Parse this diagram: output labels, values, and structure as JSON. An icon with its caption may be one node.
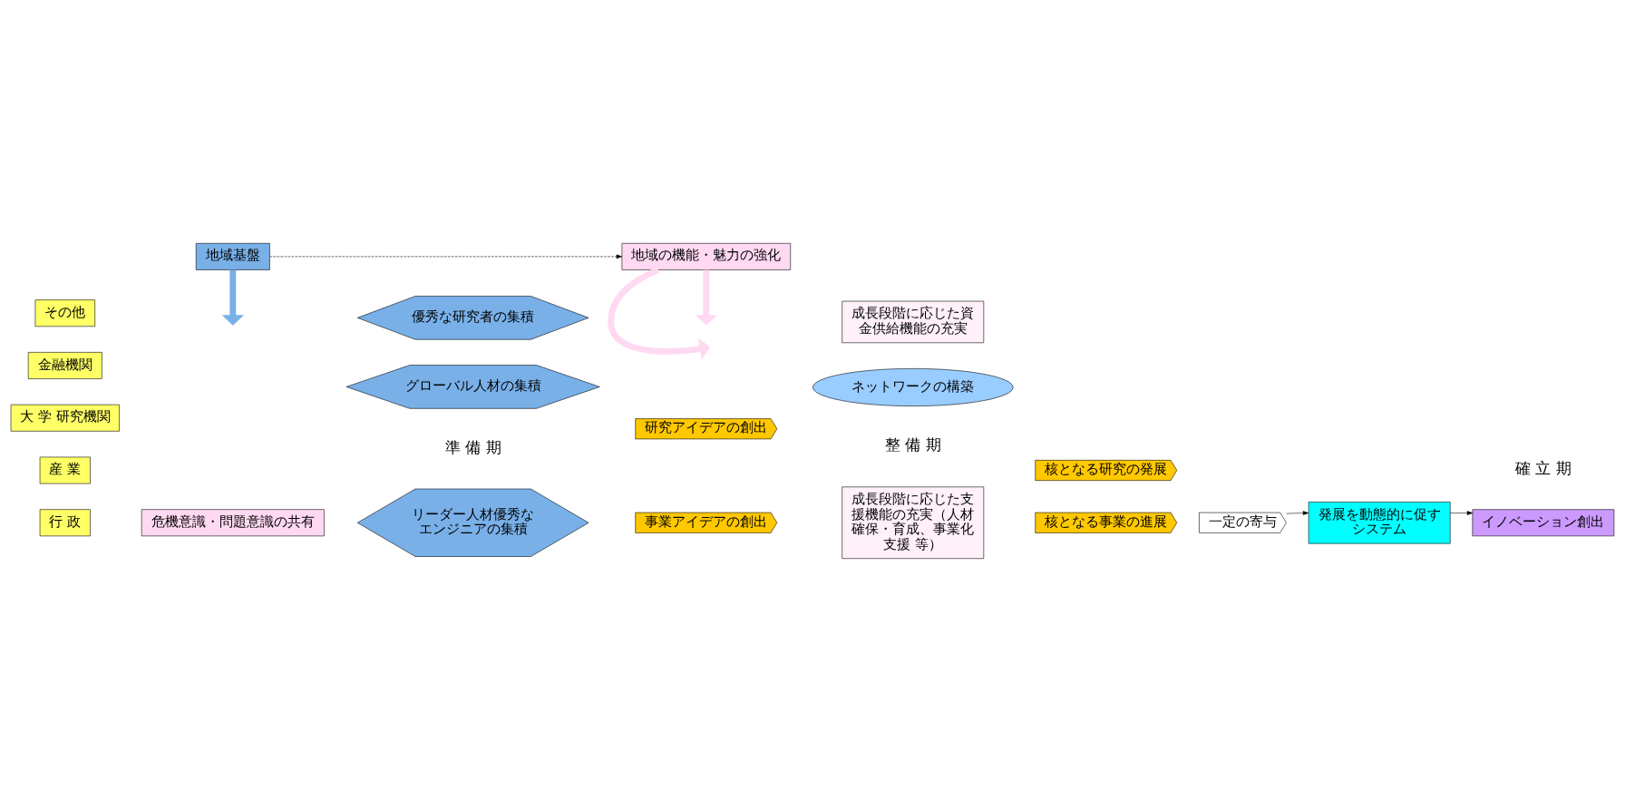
{
  "diagram": {
    "nodes": [
      {
        "text": [
          "行 政"
        ]
      },
      {
        "text": [
          "産 業"
        ]
      },
      {
        "text": [
          "大 学 研究機関"
        ]
      },
      {
        "text": [
          "金融機関"
        ]
      },
      {
        "text": [
          "その他"
        ]
      },
      {
        "text": [
          "危機意識・問題意識の共有"
        ]
      },
      {
        "text": [
          "成長段階に応じた支援機能の充実（人材確保・育成、事業化支援 等）"
        ]
      },
      {
        "text": [
          "リーダー人材優秀なエンジニアの集積"
        ]
      },
      {
        "text": [
          "グローバル人材の集積"
        ]
      },
      {
        "text": [
          "優秀な研究者の集積"
        ]
      },
      {
        "text": [
          "事業アイデアの創出"
        ]
      },
      {
        "text": [
          "研究アイデアの創出"
        ]
      },
      {
        "text": [
          "ネットワークの構築"
        ]
      },
      {
        "text": [
          "核となる事業の進展"
        ]
      },
      {
        "text": [
          "核となる研究の発展"
        ]
      },
      {
        "text": [
          "成長段階に応じた資金供給機能の充実"
        ]
      },
      {
        "text": [
          "一定の寄与"
        ]
      },
      {
        "text": [
          "発展を動態的に促すシステム"
        ]
      },
      {
        "text": [
          "イノベーション創出"
        ]
      },
      {
        "text": [
          "地域基盤"
        ]
      },
      {
        "text": [
          "地域の機能・魅力の強化"
        ]
      }
    ],
    "edges": [
      {
        "from": 16,
        "to": 17,
        "arrow": "to"
      },
      {
        "from": 17,
        "to": 18,
        "arrow": "to"
      },
      {
        "from": 19,
        "to": 20,
        "arrow": "to",
        "style": "dashed"
      },
      {
        "from": 19,
        "to": null,
        "arrow": "to",
        "style": "thick",
        "color": "#79b0e8"
      },
      {
        "from": 20,
        "to": null,
        "arrow": "to",
        "style": "thick",
        "color": "#ffd9f2"
      },
      {
        "from": 20,
        "to": null,
        "arrow": "to",
        "style": "thick",
        "color": "#ffd9f2"
      }
    ],
    "labels": [
      "準 備 期",
      "整 備 期",
      "確 立 期"
    ]
  }
}
